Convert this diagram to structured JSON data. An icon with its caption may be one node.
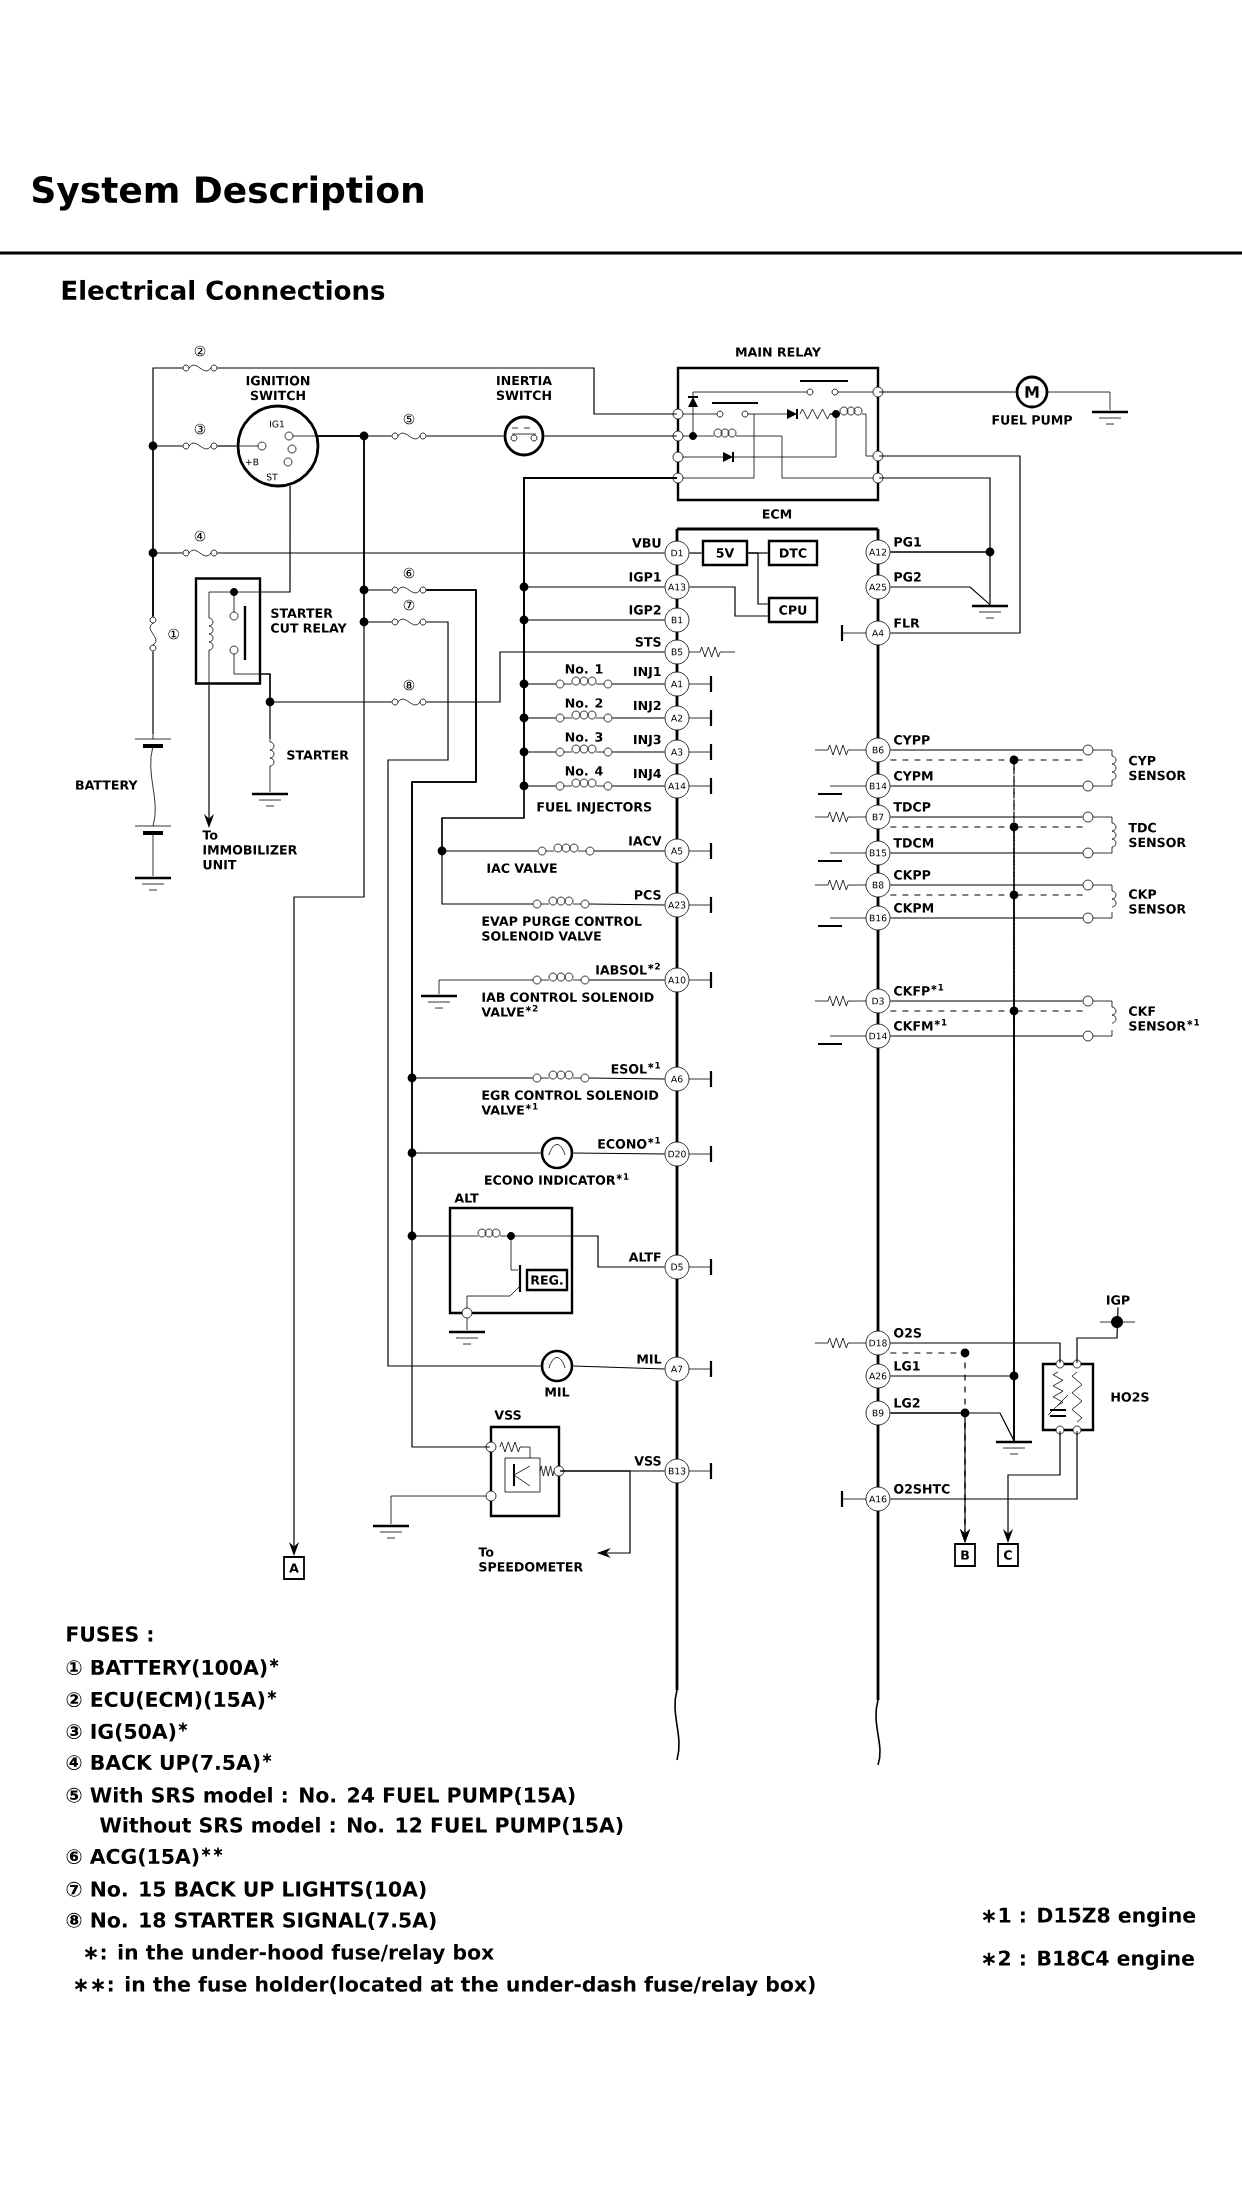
{
  "diagram": {
    "title": "System Description",
    "nodes": [
      {
        "text": [
          "②"
        ]
      },
      {
        "text": [
          "IGNITION SWITCH",
          "IG1",
          "+B",
          "ST"
        ]
      },
      {
        "text": [
          "③"
        ]
      },
      {
        "text": [
          "⑤"
        ]
      },
      {
        "text": [
          "INERTIA SWITCH"
        ]
      },
      {
        "text": [
          "MAIN RELAY"
        ]
      },
      {
        "text": [
          "M",
          "FUEL PUMP"
        ]
      },
      {
        "text": [
          "④"
        ]
      },
      {
        "text": [
          "①"
        ]
      },
      {
        "text": [
          "STARTER CUT RELAY"
        ]
      },
      {
        "text": [
          "⑥"
        ]
      },
      {
        "text": [
          "⑦"
        ]
      },
      {
        "text": [
          "⑧"
        ]
      },
      {
        "text": [
          "STARTER"
        ]
      },
      {
        "text": [
          "BATTERY"
        ]
      },
      {
        "text": [
          "To IMMOBILIZER UNIT"
        ]
      },
      {
        "text": [
          "ECM"
        ]
      },
      {
        "text": [
          "D1"
        ],
        "in": 16,
        "beside": [
          "VBU"
        ]
      },
      {
        "text": [
          "A13"
        ],
        "in": 16,
        "beside": [
          "IGP1"
        ]
      },
      {
        "text": [
          "B1"
        ],
        "in": 16,
        "beside": [
          "IGP2"
        ]
      },
      {
        "text": [
          "B5"
        ],
        "in": 16,
        "beside": [
          "STS"
        ]
      },
      {
        "text": [
          "A1"
        ],
        "in": 16,
        "beside": [
          "INJ1"
        ]
      },
      {
        "text": [
          "A2"
        ],
        "in": 16,
        "beside": [
          "INJ2"
        ]
      },
      {
        "text": [
          "A3"
        ],
        "in": 16,
        "beside": [
          "INJ3"
        ]
      },
      {
        "text": [
          "A14"
        ],
        "in": 16,
        "beside": [
          "INJ4"
        ]
      },
      {
        "text": [
          "A5"
        ],
        "in": 16,
        "beside": [
          "IACV"
        ]
      },
      {
        "text": [
          "A23"
        ],
        "in": 16,
        "beside": [
          "PCS"
        ]
      },
      {
        "text": [
          "A10"
        ],
        "in": 16,
        "beside": [
          "IABSOL$^{∗2}$"
        ]
      },
      {
        "text": [
          "A6"
        ],
        "in": 16,
        "beside": [
          "ESOL$^{∗1}$"
        ]
      },
      {
        "text": [
          "D20"
        ],
        "in": 16,
        "beside": [
          "ECONO$^{∗1}$"
        ]
      },
      {
        "text": [
          "D5"
        ],
        "in": 16,
        "beside": [
          "ALTF"
        ]
      },
      {
        "text": [
          "A7"
        ],
        "in": 16,
        "beside": [
          "MIL"
        ]
      },
      {
        "text": [
          "B13"
        ],
        "in": 16,
        "beside": [
          "VSS"
        ]
      },
      {
        "text": [
          "A12"
        ],
        "in": 16,
        "beside": [
          "PG1"
        ]
      },
      {
        "text": [
          "A25"
        ],
        "in": 16,
        "beside": [
          "PG2"
        ]
      },
      {
        "text": [
          "A4"
        ],
        "in": 16,
        "beside": [
          "FLR"
        ]
      },
      {
        "text": [
          "B6"
        ],
        "in": 16,
        "beside": [
          "CYPP"
        ]
      },
      {
        "text": [
          "B14"
        ],
        "in": 16,
        "beside": [
          "CYPM"
        ]
      },
      {
        "text": [
          "B7"
        ],
        "in": 16,
        "beside": [
          "TDCP"
        ]
      },
      {
        "text": [
          "B15"
        ],
        "in": 16,
        "beside": [
          "TDCM"
        ]
      },
      {
        "text": [
          "B8"
        ],
        "in": 16,
        "beside": [
          "CKPP"
        ]
      },
      {
        "text": [
          "B16"
        ],
        "in": 16,
        "beside": [
          "CKPM"
        ]
      },
      {
        "text": [
          "D3"
        ],
        "in": 16,
        "beside": [
          "CKFP$^{∗1}$"
        ]
      },
      {
        "text": [
          "D14"
        ],
        "in": 16,
        "beside": [
          "CKFM$^{∗1}$"
        ]
      },
      {
        "text": [
          "D18"
        ],
        "in": 16,
        "beside": [
          "O2S"
        ]
      },
      {
        "text": [
          "A26"
        ],
        "in": 16,
        "beside": [
          "LG1"
        ]
      },
      {
        "text": [
          "B9"
        ],
        "in": 16,
        "beside": [
          "LG2"
        ]
      },
      {
        "text": [
          "A16"
        ],
        "in": 16,
        "beside": [
          "O2SHTC"
        ]
      },
      {
        "text": [
          "5V"
        ],
        "in": 16
      },
      {
        "text": [
          "DTC"
        ],
        "in": 16
      },
      {
        "text": [
          "CPU"
        ],
        "in": 16
      },
      {
        "text": [
          "No. 1"
        ]
      },
      {
        "text": [
          "No. 2"
        ]
      },
      {
        "text": [
          "No. 3"
        ]
      },
      {
        "text": [
          "No. 4"
        ]
      },
      {
        "text": [
          "IAC VALVE"
        ]
      },
      {
        "text": [
          "EVAP PURGE CONTROL SOLENOID VALVE"
        ]
      },
      {
        "text": [
          "IAB CONTROL SOLENOID VALVE$^{∗2}$"
        ]
      },
      {
        "text": [
          "EGR CONTROL SOLENOID VALVE$^{∗1}$"
        ]
      },
      {
        "text": [
          "ECONO INDICATOR$^{∗1}$"
        ]
      },
      {
        "text": [
          "ALT"
        ]
      },
      {
        "text": [
          "REG."
        ],
        "in": 60
      },
      {
        "text": [
          "MIL"
        ]
      },
      {
        "text": [
          "VSS"
        ]
      },
      {
        "text": [
          "To SPEEDOMETER"
        ]
      },
      {
        "text": [
          "A"
        ]
      },
      {
        "text": [
          "CYP SENSOR"
        ]
      },
      {
        "text": [
          "TDC SENSOR"
        ]
      },
      {
        "text": [
          "CKP SENSOR"
        ]
      },
      {
        "text": [
          "CKF SENSOR$^{∗1}$"
        ]
      },
      {
        "text": [
          "HO2S"
        ]
      },
      {
        "text": [
          "IGP"
        ]
      },
      {
        "text": [
          "B"
        ]
      },
      {
        "text": [
          "C"
        ]
      },
      {
        "text": [],
        "shape": "ground"
      },
      {
        "text": [],
        "shape": "ground"
      }
    ],
    "edges": [
      {
        "from": 8,
        "to": 0,
        "arrow": "none"
      },
      {
        "from": 8,
        "to": 2,
        "arrow": "none"
      },
      {
        "from": 8,
        "to": 7,
        "arrow": "none"
      },
      {
        "from": 8,
        "to": 14,
        "arrow": "none"
      },
      {
        "from": 0,
        "to": 5,
        "arrow": "none"
      },
      {
        "from": 2,
        "to": 1,
        "arrow": "none"
      },
      {
        "from": 1,
        "to": 3,
        "arrow": "none"
      },
      {
        "from": 3,
        "to": 4,
        "arrow": "none"
      },
      {
        "from": 4,
        "to": 5,
        "arrow": "none"
      },
      {
        "from": 7,
        "to": 17,
        "arrow": "none"
      },
      {
        "from": 5,
        "to": 6,
        "arrow": "none"
      },
      {
        "from": 5,
        "to": 35,
        "arrow": "none"
      },
      {
        "from": 5,
        "to": 33,
        "arrow": "none"
      },
      {
        "from": 1,
        "to": 9,
        "arrow": "none"
      },
      {
        "from": 9,
        "to": 13,
        "arrow": "none"
      },
      {
        "from": 9,
        "to": 12,
        "arrow": "none"
      },
      {
        "from": 12,
        "to": 20,
        "arrow": "none"
      },
      {
        "from": 9,
        "to": 15,
        "arrow": "to"
      },
      {
        "from": 1,
        "to": 10,
        "arrow": "none"
      },
      {
        "from": 1,
        "to": 11,
        "arrow": "none"
      },
      {
        "from": 1,
        "to": 65,
        "arrow": "to"
      },
      {
        "from": 5,
        "to": 18,
        "arrow": "none"
      },
      {
        "from": 5,
        "to": 19,
        "arrow": "none"
      },
      {
        "from": 5,
        "to": 51,
        "arrow": "none"
      },
      {
        "from": 5,
        "to": 52,
        "arrow": "none"
      },
      {
        "from": 5,
        "to": 53,
        "arrow": "none"
      },
      {
        "from": 5,
        "to": 54,
        "arrow": "none"
      },
      {
        "from": 5,
        "to": 55,
        "arrow": "none"
      },
      {
        "from": 5,
        "to": 56,
        "arrow": "none"
      },
      {
        "from": 51,
        "to": 21,
        "arrow": "none"
      },
      {
        "from": 52,
        "to": 22,
        "arrow": "none"
      },
      {
        "from": 53,
        "to": 23,
        "arrow": "none"
      },
      {
        "from": 54,
        "to": 24,
        "arrow": "none"
      },
      {
        "from": 55,
        "to": 25,
        "arrow": "none"
      },
      {
        "from": 56,
        "to": 26,
        "arrow": "none"
      },
      {
        "from": 57,
        "to": 27,
        "arrow": "none"
      },
      {
        "from": 10,
        "to": 58,
        "arrow": "none"
      },
      {
        "from": 10,
        "to": 59,
        "arrow": "none"
      },
      {
        "from": 10,
        "to": 60,
        "arrow": "none"
      },
      {
        "from": 10,
        "to": 63,
        "arrow": "none"
      },
      {
        "from": 11,
        "to": 62,
        "arrow": "none"
      },
      {
        "from": 58,
        "to": 28,
        "arrow": "none"
      },
      {
        "from": 59,
        "to": 29,
        "arrow": "none"
      },
      {
        "from": 60,
        "to": 30,
        "arrow": "none"
      },
      {
        "from": 62,
        "to": 31,
        "arrow": "none"
      },
      {
        "from": 63,
        "to": 32,
        "arrow": "none"
      },
      {
        "from": 63,
        "to": 64,
        "arrow": "to"
      },
      {
        "from": 17,
        "to": 48,
        "arrow": "none"
      },
      {
        "from": 48,
        "to": 49,
        "arrow": "none"
      },
      {
        "from": 18,
        "to": 50,
        "arrow": "none"
      },
      {
        "from": 66,
        "to": 36,
        "arrow": "none"
      },
      {
        "from": 66,
        "to": 37,
        "arrow": "none"
      },
      {
        "from": 67,
        "to": 38,
        "arrow": "none"
      },
      {
        "from": 67,
        "to": 39,
        "arrow": "none"
      },
      {
        "from": 68,
        "to": 40,
        "arrow": "none"
      },
      {
        "from": 68,
        "to": 41,
        "arrow": "none"
      },
      {
        "from": 69,
        "to": 42,
        "arrow": "none"
      },
      {
        "from": 69,
        "to": 43,
        "arrow": "none"
      },
      {
        "from": 70,
        "to": 44,
        "arrow": "none"
      },
      {
        "from": 70,
        "to": 47,
        "arrow": "none"
      },
      {
        "from": 70,
        "to": 73,
        "arrow": "to"
      },
      {
        "from": 71,
        "to": 70,
        "arrow": "none"
      },
      {
        "from": 46,
        "to": 72,
        "arrow": "to"
      },
      {
        "from": 48,
        "to": 50,
        "arrow": "none"
      },
      {
        "from": 36,
        "to": 75,
        "arrow": "none",
        "style": "dashed"
      },
      {
        "from": 38,
        "to": 75,
        "arrow": "none",
        "style": "dashed"
      },
      {
        "from": 40,
        "to": 75,
        "arrow": "none",
        "style": "dashed"
      },
      {
        "from": 42,
        "to": 75,
        "arrow": "none",
        "style": "dashed"
      },
      {
        "from": 45,
        "to": 75,
        "arrow": "none"
      },
      {
        "from": 46,
        "to": 75,
        "arrow": "none"
      },
      {
        "from": 33,
        "to": 74,
        "arrow": "none"
      },
      {
        "from": 34,
        "to": 74,
        "arrow": "none"
      },
      {
        "from": 44,
        "to": 72,
        "arrow": "to",
        "style": "dashed"
      },
      {
        "from": 66,
        "to": 75,
        "arrow": "none",
        "style": "dashed"
      },
      {
        "from": 67,
        "to": 75,
        "arrow": "none",
        "style": "dashed"
      },
      {
        "from": 68,
        "to": 75,
        "arrow": "none",
        "style": "dashed"
      },
      {
        "from": 69,
        "to": 75,
        "arrow": "none",
        "style": "dashed"
      }
    ],
    "labels": [
      "Electrical Connections",
      "FUEL INJECTORS",
      "FUSES :",
      "① BATTERY(100A)$^{∗}$",
      "② ECU(ECM)(15A)$^{∗}$",
      "③ IG(50A)$^{∗}$",
      "④ BACK UP(7.5A)$^{∗}$",
      "⑤ With SRS model : No. 24 FUEL PUMP(15A)",
      "Without SRS model : No. 12 FUEL PUMP(15A)",
      "⑥ ACG(15A)$^{∗∗}$",
      "⑦ No. 15 BACK UP LIGHTS(10A)",
      "⑧ No. 18 STARTER SIGNAL(7.5A)",
      "∗: in the under-hood fuse/relay box",
      "∗∗: in the fuse holder(located at the under-dash fuse/relay box)",
      "∗1 : D15Z8 engine",
      "∗2 : B18C4 engine"
    ]
  }
}
